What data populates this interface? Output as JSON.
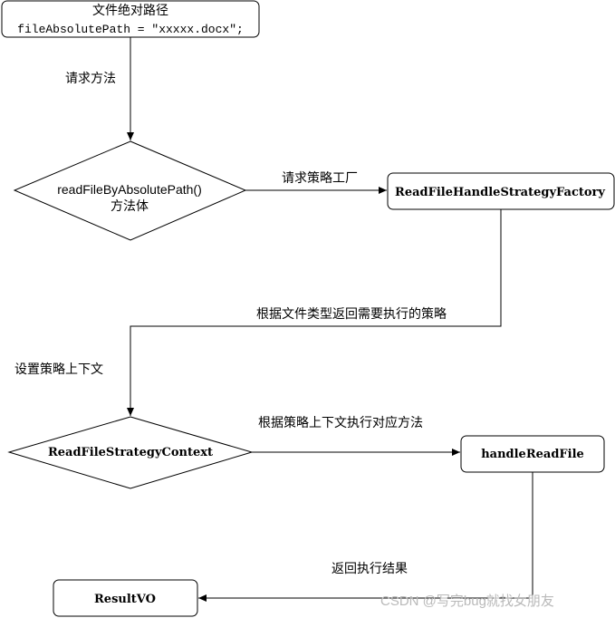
{
  "nodes": {
    "start_title": "文件绝对路径",
    "start_code": "fileAbsolutePath = \"xxxxx.docx\";",
    "method_line1": "readFileByAbsolutePath()",
    "method_line2": "方法体",
    "factory": "ReadFileHandleStrategyFactory",
    "context": "ReadFileStrategyContext",
    "handle": "handleReadFile",
    "result": "ResultVO"
  },
  "edges": {
    "request_method": "请求方法",
    "request_factory": "请求策略工厂",
    "return_strategy": "根据文件类型返回需要执行的策略",
    "set_context": "设置策略上下文",
    "execute_method": "根据策略上下文执行对应方法",
    "return_result": "返回执行结果"
  },
  "watermark": "CSDN @写完bug就找女朋友"
}
